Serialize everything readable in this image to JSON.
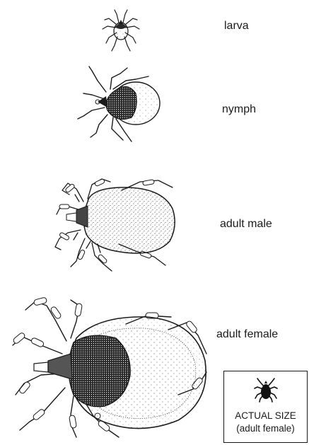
{
  "stages": {
    "larva": {
      "label": "larva"
    },
    "nymph": {
      "label": "nymph"
    },
    "adult_male": {
      "label": "adult male"
    },
    "adult_female": {
      "label": "adult female"
    }
  },
  "size_box": {
    "caption_line1": "ACTUAL SIZE",
    "caption_line2": "(adult female)"
  },
  "colors": {
    "ink": "#1a1a1a",
    "background": "#ffffff"
  }
}
